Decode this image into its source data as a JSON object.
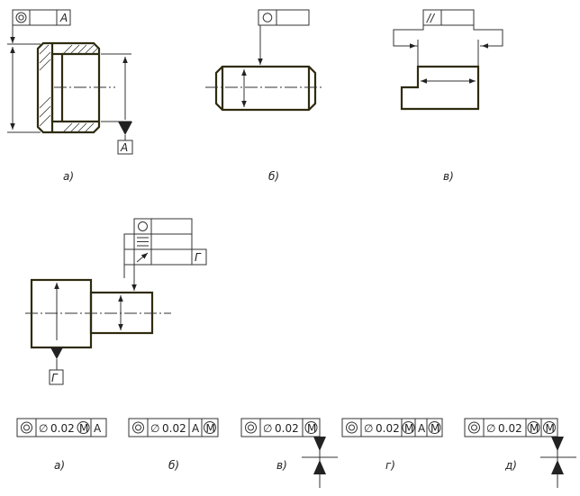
{
  "top_figures": {
    "a": {
      "caption": "а)",
      "frame_symbol": "concentricity-icon",
      "frame_datum": "А",
      "datum_box": "А"
    },
    "b": {
      "caption": "б)",
      "frame_symbol": "circularity-icon"
    },
    "v": {
      "caption": "в)",
      "frame_symbol": "parallelism-icon",
      "frame_symbol_text": "//"
    }
  },
  "middle_figure": {
    "frame_rows": [
      "concentricity-icon",
      "symmetry-icon",
      "runout-icon"
    ],
    "frame_datum": "Г",
    "datum_box": "Г"
  },
  "bottom_frames": [
    {
      "caption": "а)",
      "value": "0.02",
      "cells": [
        "M",
        "A"
      ]
    },
    {
      "caption": "б)",
      "value": "0.02",
      "cells": [
        "A",
        "M"
      ]
    },
    {
      "caption": "в)",
      "value": "0.02",
      "cells": [
        "M"
      ]
    },
    {
      "caption": "г)",
      "value": "0.02",
      "cells": [
        "M",
        "A",
        "M"
      ]
    },
    {
      "caption": "д)",
      "value": "0.02",
      "cells": [
        "M",
        "M"
      ]
    }
  ],
  "symbols": {
    "diameter": "∅"
  },
  "colors": {
    "part_outline": "#2f2b10",
    "line": "#333333"
  }
}
